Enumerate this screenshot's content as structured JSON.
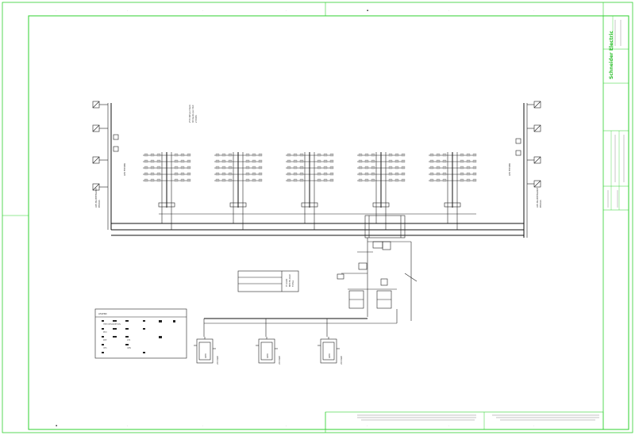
{
  "drawing": {
    "colors": {
      "border": "#2fd12f",
      "ink": "#222222",
      "paper": "#ffffff"
    },
    "notes": [
      "2T-6 4W per Rack",
      "43 Racks per Pod",
      "2 PODS"
    ],
    "legend_title": "LEGEND",
    "legend_rows": [
      "ITEM  DESCRIPTION",
      "PDU",
      "RPP",
      "UPS",
      "ATS",
      "GEN"
    ],
    "info_box_lines": [
      "IT LOAD",
      "MECH LOAD",
      "TOTAL"
    ],
    "brand": "Schneider Electric",
    "left_riser_labels": [
      "UPS MAINTENANCE",
      "BYPASS"
    ],
    "right_riser_labels": [
      "UPS MAINTENANCE",
      "BYPASS"
    ],
    "generator_labels": [
      "GEN",
      "GEN",
      "GEN"
    ],
    "generator_sub": [
      "2000kW",
      "2000kW",
      "2000kW"
    ]
  }
}
